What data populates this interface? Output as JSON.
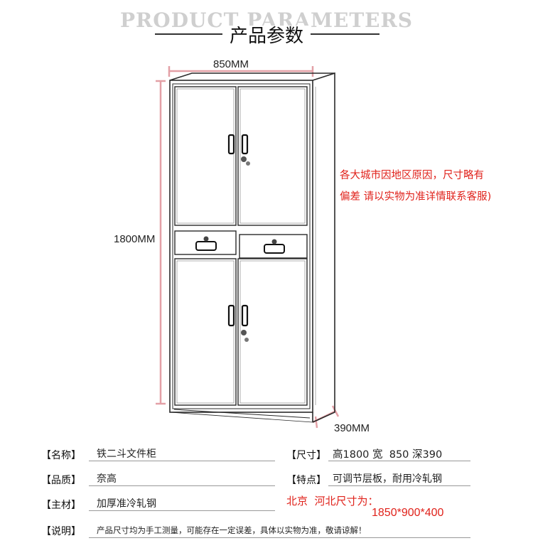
{
  "header": {
    "title_en": "PRODUCT PARAMETERS",
    "title_cn": "产品参数"
  },
  "dimensions": {
    "width_label": "850MM",
    "height_label": "1800MM",
    "depth_label": "390MM"
  },
  "note": {
    "line1": "各大城市因地区原因，尺寸略有",
    "line2": "偏差 请以实物为准详情联系客服)"
  },
  "specs": {
    "name_key": "【名称】",
    "name_val": "铁二斗文件柜",
    "size_key": "【尺寸】",
    "size_val": "高1800 宽  850 深390",
    "brand_key": "【品质】",
    "brand_val": "奈高",
    "feature_key": "【特点】",
    "feature_val": "可调节层板，耐用冷轧钢",
    "material_key": "【主材】",
    "material_val": "加厚准冷轧钢",
    "region_note": "北京  河北尺寸为：",
    "region_size": "1850*900*400",
    "desc_key": "【说明】",
    "desc_val": "产品尺寸均为手工测量，可能存在一定误差，具体以实物为准，敬请谅解！"
  },
  "colors": {
    "dimension_line": "#e3a0a6",
    "note_text": "#e0221b",
    "cabinet_line": "#2a2a2a"
  }
}
